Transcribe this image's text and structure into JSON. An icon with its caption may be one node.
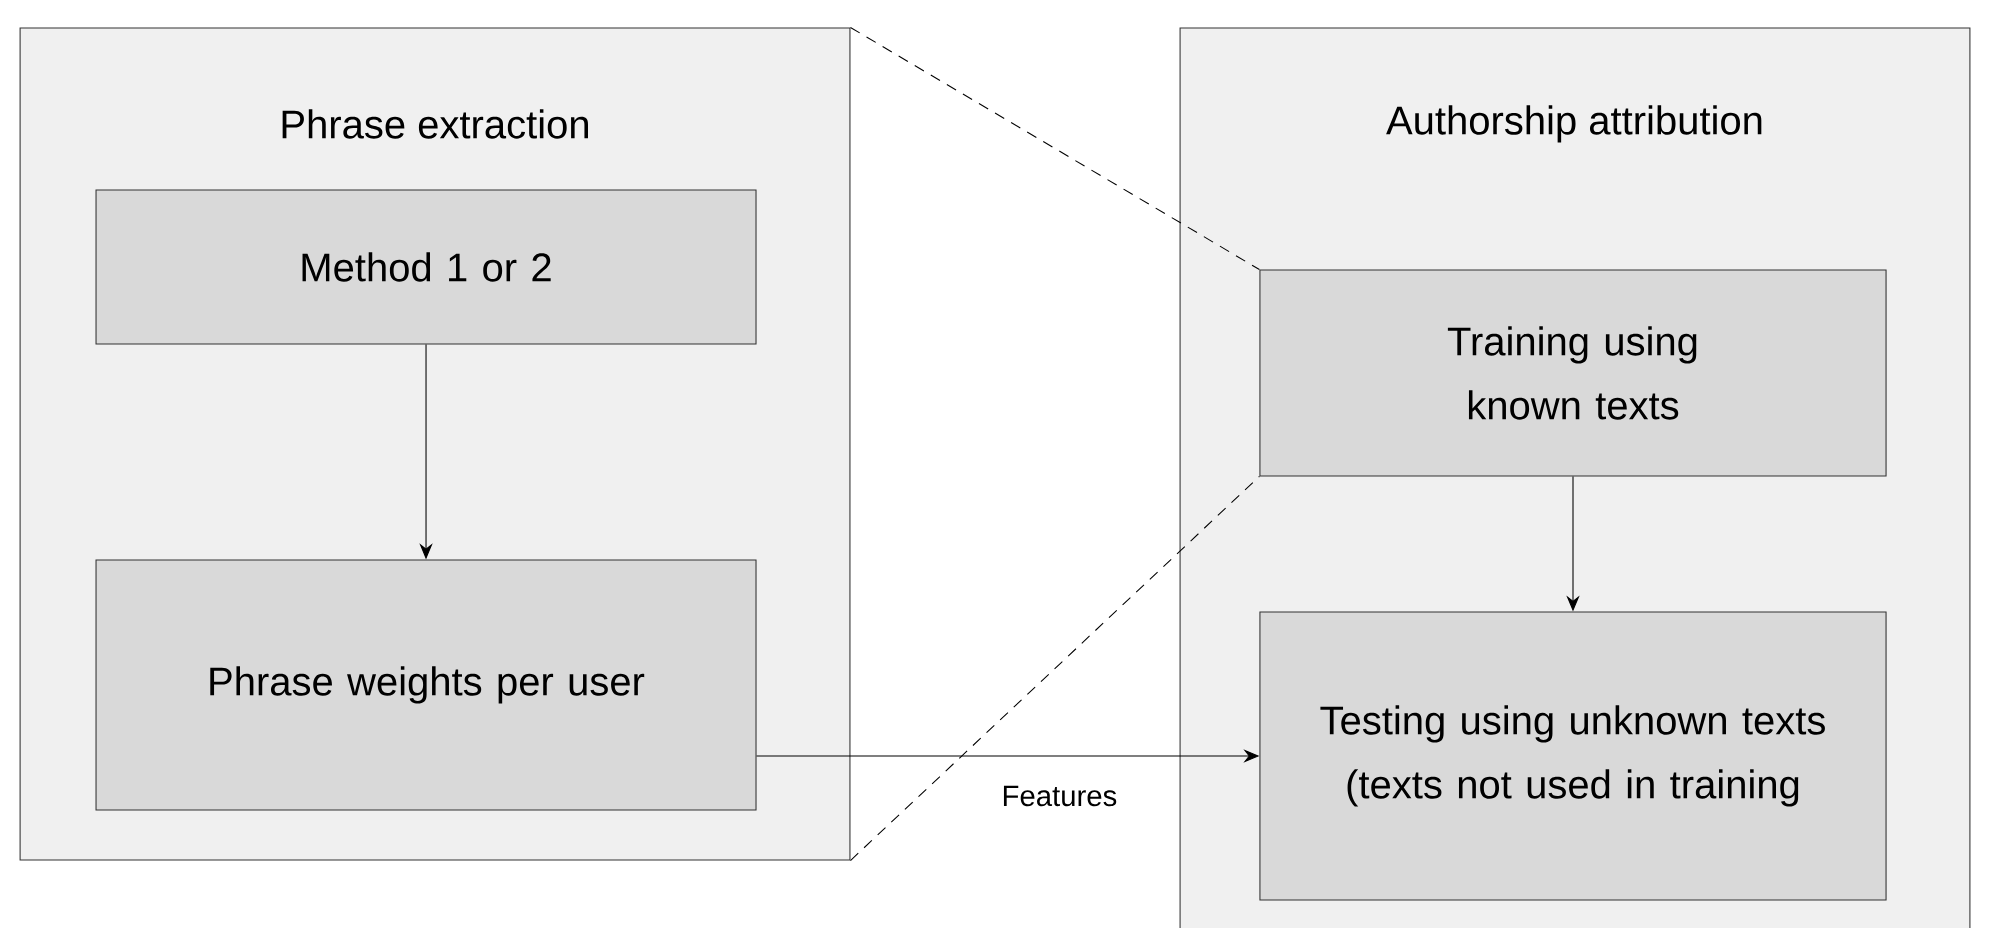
{
  "diagram": {
    "nodes": [
      {
        "text": [
          "Phrase extraction"
        ]
      },
      {
        "text": [
          "Method 1 or 2"
        ],
        "in": 0
      },
      {
        "text": [
          "Phrase weights per user"
        ],
        "in": 0
      },
      {
        "text": [
          "Authorship attribution"
        ]
      },
      {
        "text": [
          "Training using known texts"
        ],
        "in": 3
      },
      {
        "text": [
          "Testing using unknown texts (texts not used in training"
        ],
        "in": 3
      }
    ],
    "edges": [
      {
        "from": 1,
        "to": 2,
        "arrow": "to"
      },
      {
        "from": 4,
        "to": 5,
        "arrow": "to"
      },
      {
        "from": 2,
        "to": 5,
        "arrow": "to",
        "label": "Features"
      },
      {
        "from": 0,
        "to": 4,
        "arrow": "none",
        "style": "dashed"
      },
      {
        "from": 0,
        "to": 4,
        "arrow": "none",
        "style": "dashed"
      }
    ]
  }
}
